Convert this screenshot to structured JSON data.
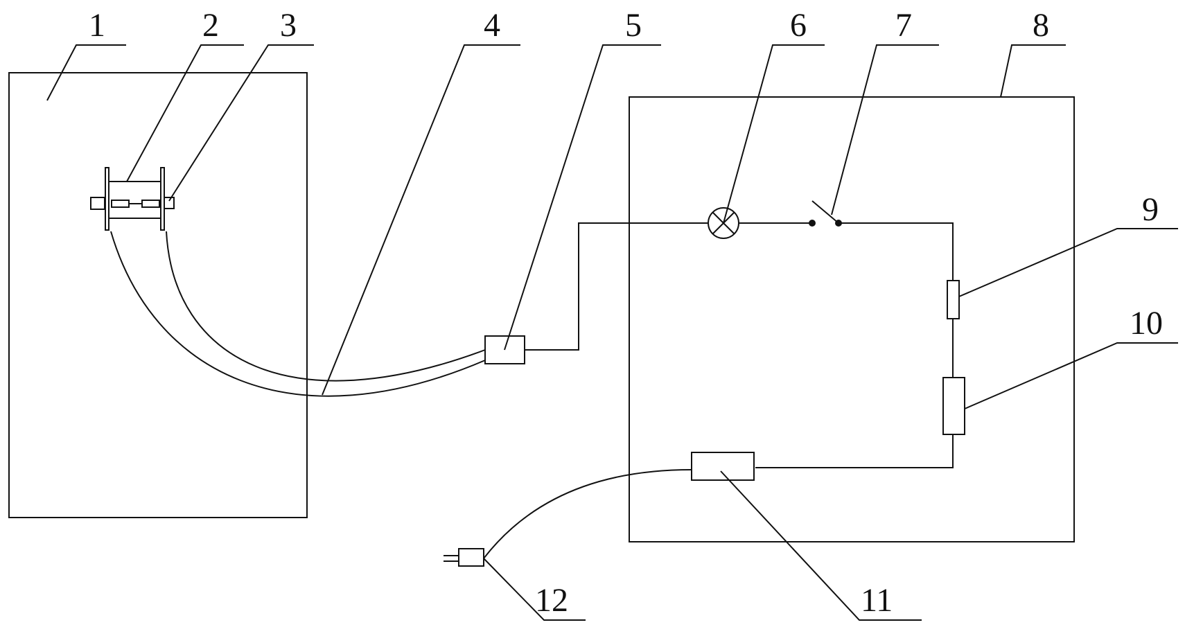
{
  "labels": {
    "l1": "1",
    "l2": "2",
    "l3": "3",
    "l4": "4",
    "l5": "5",
    "l6": "6",
    "l7": "7",
    "l8": "8",
    "l9": "9",
    "l10": "10",
    "l11": "11",
    "l12": "12"
  },
  "colors": {
    "ink": "#111111",
    "background": "#ffffff"
  }
}
